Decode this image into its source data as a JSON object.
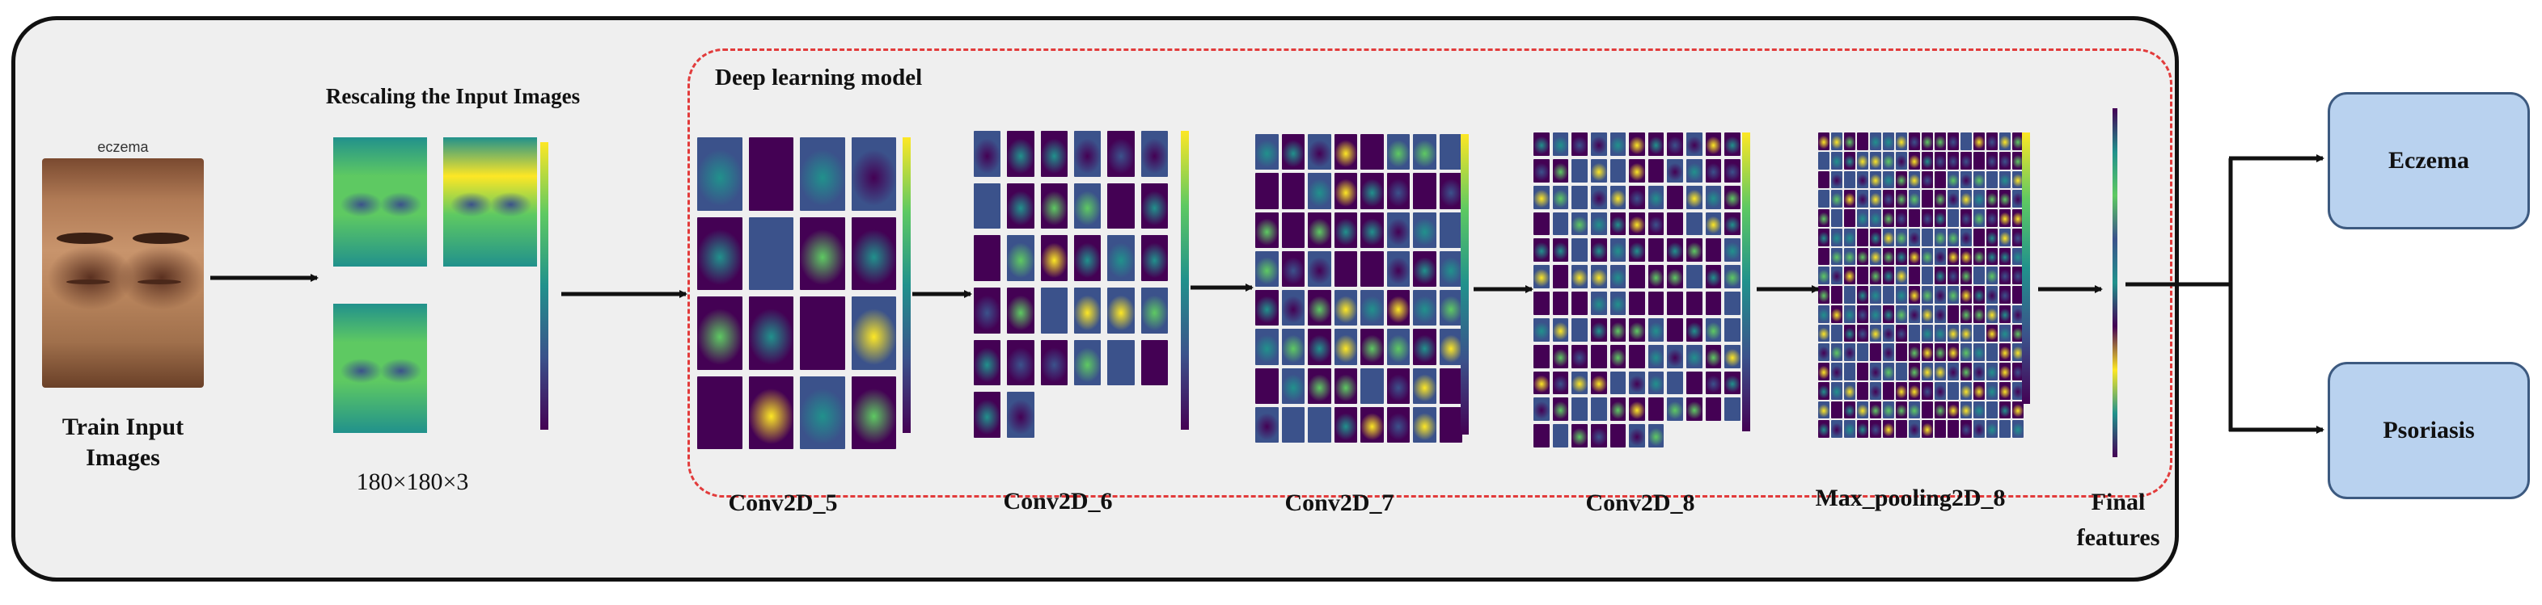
{
  "input": {
    "image_title": "eczema",
    "caption": "Train Input Images"
  },
  "rescale": {
    "title": "Rescaling the Input Images",
    "size_label": "180×180×3"
  },
  "model": {
    "title": "Deep learning model"
  },
  "layers": [
    {
      "label": "Conv2D_5",
      "rows": 4,
      "cols": 4,
      "count": 16
    },
    {
      "label": "Conv2D_6",
      "rows": 6,
      "cols": 6,
      "count": 32
    },
    {
      "label": "Conv2D_7",
      "rows": 8,
      "cols": 8,
      "count": 64
    },
    {
      "label": "Conv2D_8",
      "rows": 12,
      "cols": 11,
      "count": 128
    },
    {
      "label": "Max_pooling2D_8",
      "rows": 16,
      "cols": 16,
      "count": 256
    }
  ],
  "final": {
    "label": "Final features"
  },
  "outputs": {
    "class_1": "Eczema",
    "class_2": "Psoriasis"
  },
  "colors": {
    "viridis": [
      "#440154",
      "#3b528b",
      "#21918c",
      "#5ec962",
      "#fde725"
    ],
    "output_fill": "#b9d2ef",
    "dashed_border": "#e23b3b"
  }
}
